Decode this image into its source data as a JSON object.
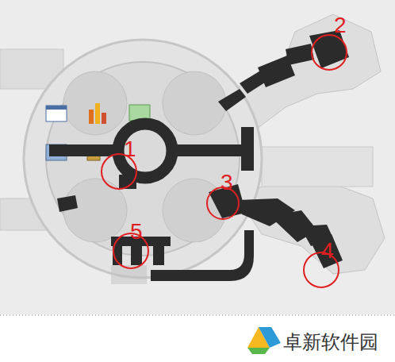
{
  "diagram": {
    "labels": [
      "2",
      "1",
      "3",
      "5",
      "4",
      "卓新软件园"
    ]
  }
}
